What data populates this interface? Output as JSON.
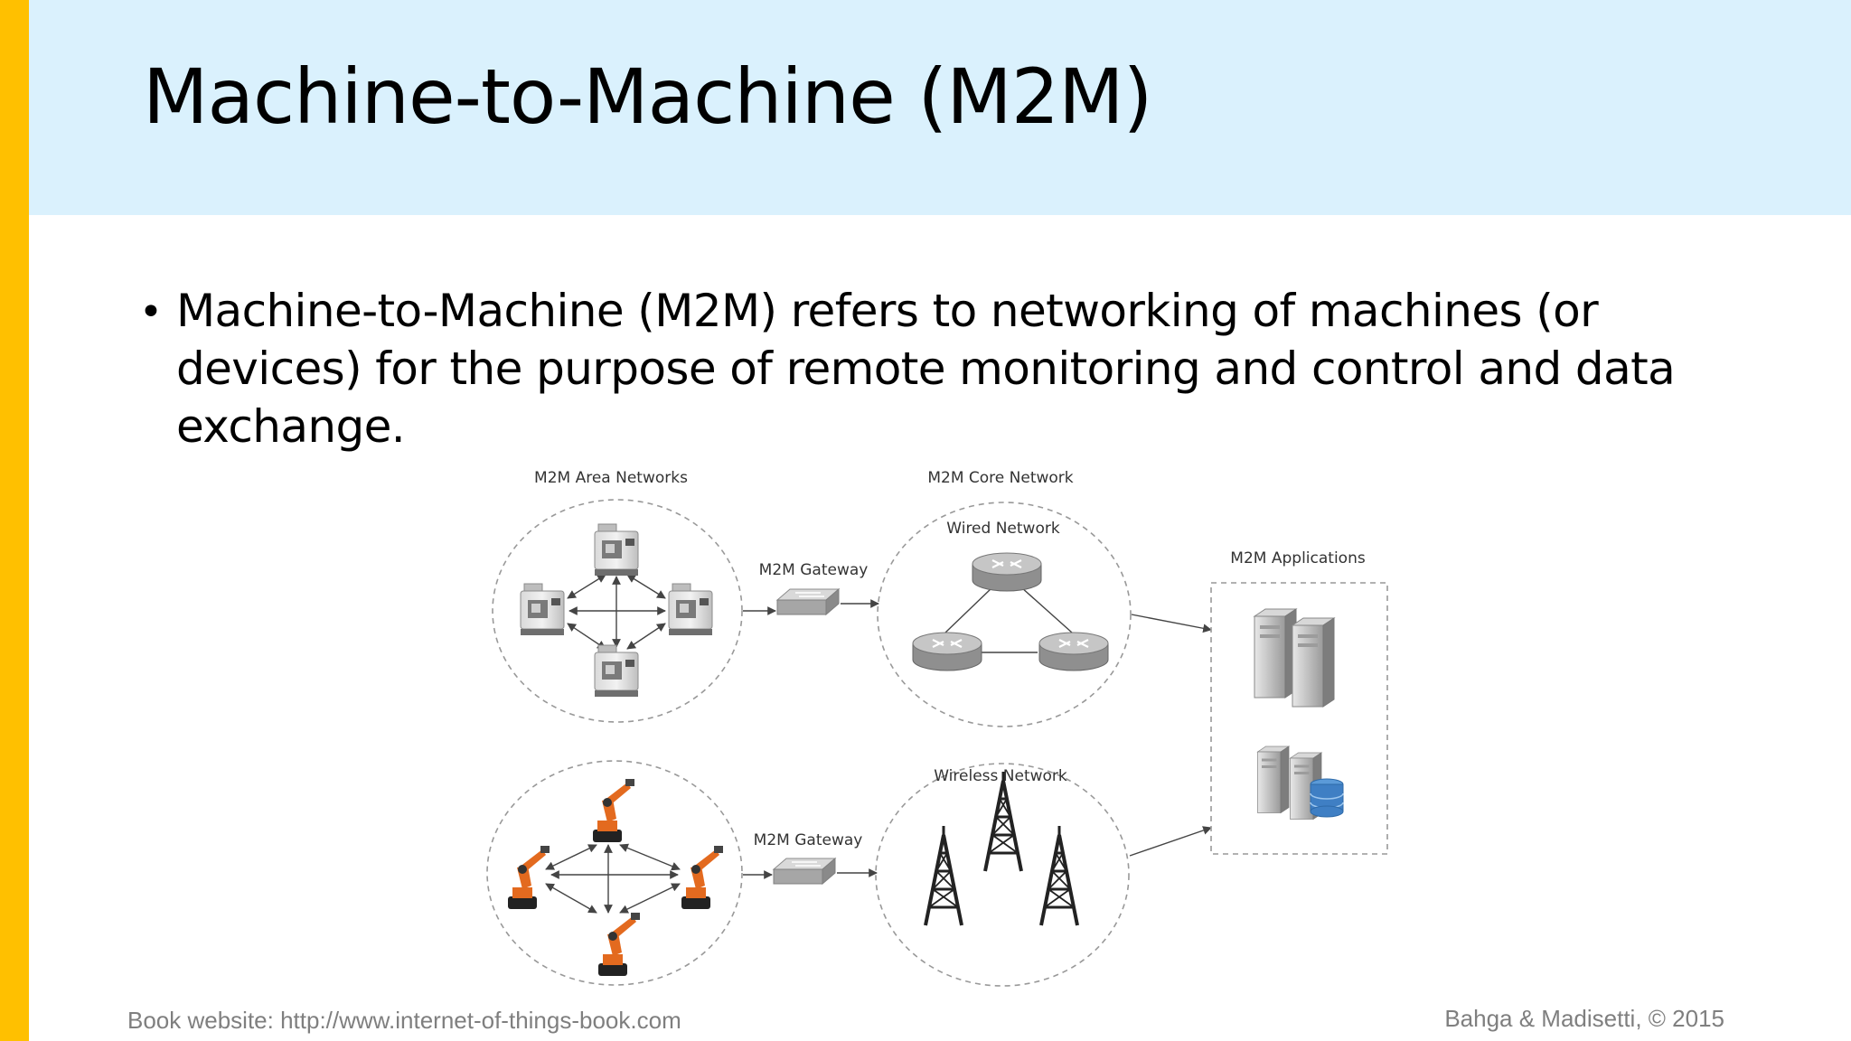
{
  "slide": {
    "title": "Machine-to-Machine (M2M)",
    "bullet": "Machine-to-Machine (M2M) refers to networking of machines (or devices) for the purpose of remote monitoring and control and data exchange.",
    "footer_left": "Book website: http://www.internet-of-things-book.com",
    "footer_right": "Bahga & Madisetti, © 2015"
  },
  "diagram": {
    "area_networks_label": "M2M Area Networks",
    "core_network_label": "M2M Core Network",
    "wired_network_label": "Wired Network",
    "wireless_network_label": "Wireless Network",
    "gateway_top_label": "M2M Gateway",
    "gateway_bottom_label": "M2M Gateway",
    "applications_label": "M2M Applications",
    "icons": [
      "cnc-machine-icon",
      "industrial-robot-icon",
      "network-gateway-icon",
      "router-icon",
      "radio-tower-icon",
      "server-icon",
      "database-server-icon"
    ]
  },
  "colors": {
    "accent_bar": "#ffc000",
    "title_band": "#daf1fd",
    "robot_orange": "#e36a1f",
    "database_blue": "#3f7fc4"
  }
}
